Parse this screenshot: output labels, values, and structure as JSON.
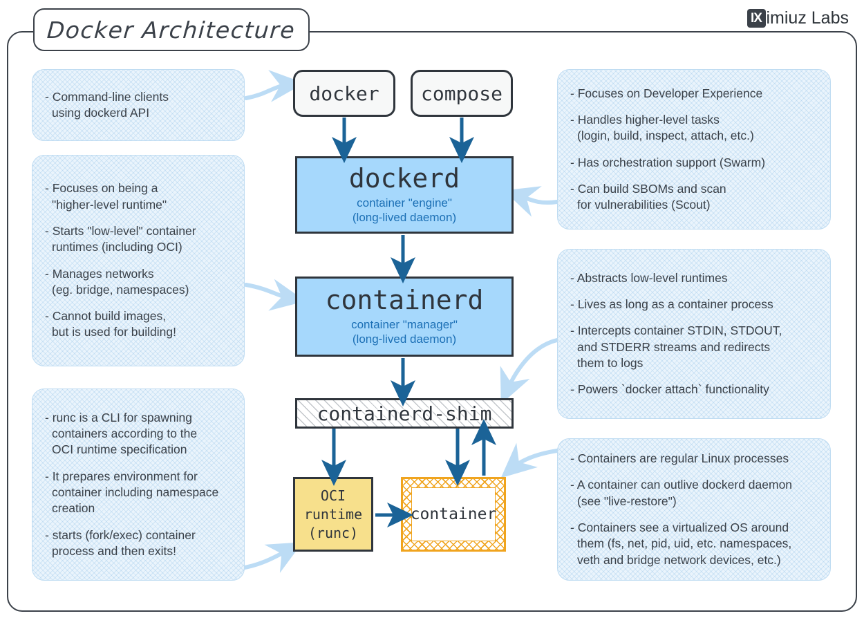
{
  "header": {
    "title": "Docker Architecture",
    "brand_mark": "IX",
    "brand_name": "imiuz Labs"
  },
  "nodes": {
    "docker": {
      "label": "docker"
    },
    "compose": {
      "label": "compose"
    },
    "dockerd": {
      "title": "dockerd",
      "subtitle_line1": "container \"engine\"",
      "subtitle_line2": "(long-lived daemon)"
    },
    "containerd": {
      "title": "containerd",
      "subtitle_line1": "container \"manager\"",
      "subtitle_line2": "(long-lived daemon)"
    },
    "shim": {
      "label": "containerd-shim"
    },
    "oci_runtime": {
      "label": "OCI\nruntime\n(runc)"
    },
    "container": {
      "label": "container"
    }
  },
  "notes": {
    "cli_clients": {
      "bullets": [
        "- Command-line clients\n  using dockerd API"
      ]
    },
    "containerd_left": {
      "bullets": [
        "- Focuses on being a\n  \"higher-level runtime\"",
        "- Starts \"low-level\" container\n  runtimes (including OCI)",
        "- Manages networks\n  (eg. bridge, namespaces)",
        "- Cannot build images,\n  but is used for building!"
      ]
    },
    "runc_left": {
      "bullets": [
        "- runc is a CLI for spawning\n  containers according to the\n  OCI runtime specification",
        "- It prepares environment for\n  container including namespace\n  creation",
        "- starts (fork/exec) container\n  process and then exits!"
      ]
    },
    "dockerd_right": {
      "bullets": [
        "- Focuses on Developer Experience",
        "- Handles higher-level tasks\n  (login, build, inspect, attach, etc.)",
        "- Has orchestration support (Swarm)",
        "- Can build SBOMs and scan\n  for vulnerabilities (Scout)"
      ]
    },
    "shim_right": {
      "bullets": [
        "- Abstracts low-level runtimes",
        "- Lives as long as a container process",
        "- Intercepts container STDIN, STDOUT,\n  and STDERR streams and redirects\n  them to logs",
        "- Powers `docker attach` functionality"
      ]
    },
    "container_right": {
      "bullets": [
        "- Containers are regular Linux processes",
        "- A container can outlive dockerd daemon\n  (see \"live-restore\")",
        "- Containers see a virtualized OS around\n  them (fs, net, pid, uid, etc. namespaces,\n  veth and bridge network devices, etc.)"
      ]
    }
  },
  "colors": {
    "daemon_fill": "#a6d8fc",
    "runtime_fill": "#f7e08c",
    "container_border": "#f0a41e",
    "flow_arrow": "#1b6397",
    "annotation_arrow": "#bcdcf5",
    "ink": "#2f353c",
    "note_fill": "#eaf4fc"
  }
}
